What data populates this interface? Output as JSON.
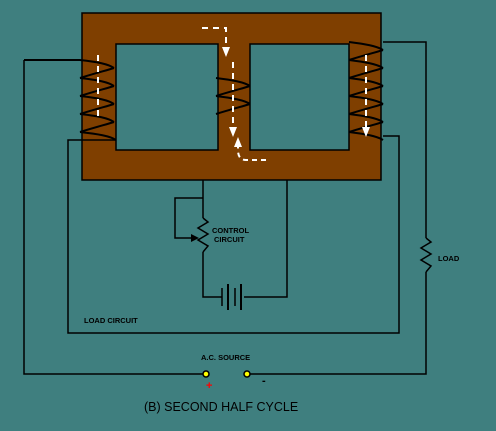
{
  "labels": {
    "control_circuit_line1": "CONTROL",
    "control_circuit_line2": "CIRCUIT",
    "load": "LOAD",
    "load_circuit": "LOAD CIRCUIT",
    "ac_source": "A.C. SOURCE",
    "plus": "+",
    "minus": "-"
  },
  "caption": "(B)  SECOND HALF CYCLE",
  "colors": {
    "background": "#3f7f7f",
    "core": "#7f3f00",
    "wire": "#000000",
    "flux": "#ffffff",
    "terminal": "#ffff00",
    "plus_sign": "#ff0000"
  }
}
